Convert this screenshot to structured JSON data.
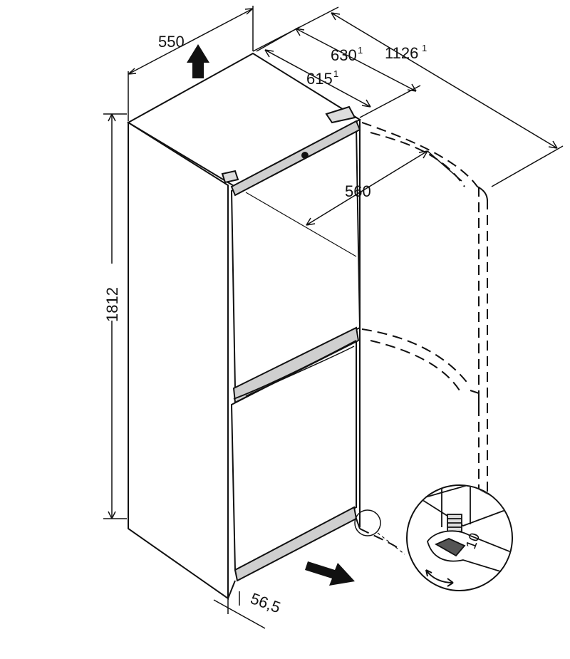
{
  "dimensions": {
    "width": "550",
    "depth_open_total": "1126",
    "depth_open_total_note": "1",
    "depth_with_handle": "630",
    "depth_with_handle_note": "1",
    "depth_body": "615",
    "depth_body_note": "1",
    "door_width": "560",
    "height": "1812",
    "plinth_clearance": "56,5",
    "wrench_size": "10"
  },
  "colors": {
    "line": "#111111",
    "door_frame": "#c8c8c8",
    "arrow": "#111111"
  },
  "icons": {
    "vent_arrow": "arrow-up-icon",
    "air_intake_arrow": "arrow-right-icon",
    "rotate": "rotate-arrows-icon"
  }
}
